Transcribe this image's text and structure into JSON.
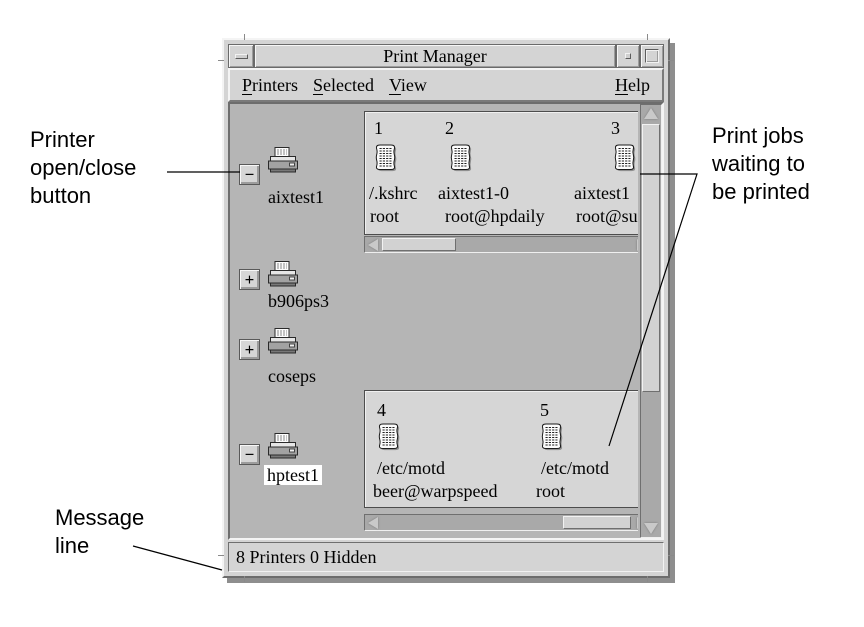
{
  "colors": {
    "chrome": "#d4d4d4",
    "canvas": "#b5b5b5",
    "panel": "#d6d6d6",
    "window_shadow": "#8e8e8e",
    "selection_bg": "#ffffff",
    "text": "#000000"
  },
  "annotations": {
    "printer_toggle": {
      "line1": "Printer",
      "line2": "open/close",
      "line3": "button"
    },
    "print_jobs": {
      "line1": "Print jobs",
      "line2": "waiting to",
      "line3": "be printed"
    },
    "message_line": {
      "line1": "Message",
      "line2": "line"
    }
  },
  "window": {
    "title": "Print Manager",
    "titlebar_icons": {
      "window_menu": "dash-icon",
      "minimize": "small-square-icon",
      "maximize": "large-square-icon"
    },
    "menubar": {
      "items": [
        {
          "first": "P",
          "rest": "rinters"
        },
        {
          "first": "S",
          "rest": "elected"
        },
        {
          "first": "V",
          "rest": "iew"
        }
      ],
      "help": {
        "first": "H",
        "rest": "elp"
      }
    },
    "printers": [
      {
        "name": "aixtest1",
        "toggle": "−",
        "selected": false
      },
      {
        "name": "b906ps3",
        "toggle": "+",
        "selected": false
      },
      {
        "name": "coseps",
        "toggle": "+",
        "selected": false
      },
      {
        "name": "hptest1",
        "toggle": "−",
        "selected": true
      }
    ],
    "job_panels": [
      {
        "printer": "aixtest1",
        "jobs": [
          {
            "number": "1",
            "file": "/.kshrc",
            "owner": "root"
          },
          {
            "number": "2",
            "file": "aixtest1-0",
            "owner": "root@hpdaily"
          },
          {
            "number": "3",
            "file": "aixtest1",
            "owner": "root@su"
          }
        ]
      },
      {
        "printer": "hptest1",
        "jobs": [
          {
            "number": "4",
            "file": "/etc/motd",
            "owner": "beer@warpspeed"
          },
          {
            "number": "5",
            "file": "/etc/motd",
            "owner": "root"
          }
        ]
      }
    ],
    "status": "8 Printers 0 Hidden"
  }
}
